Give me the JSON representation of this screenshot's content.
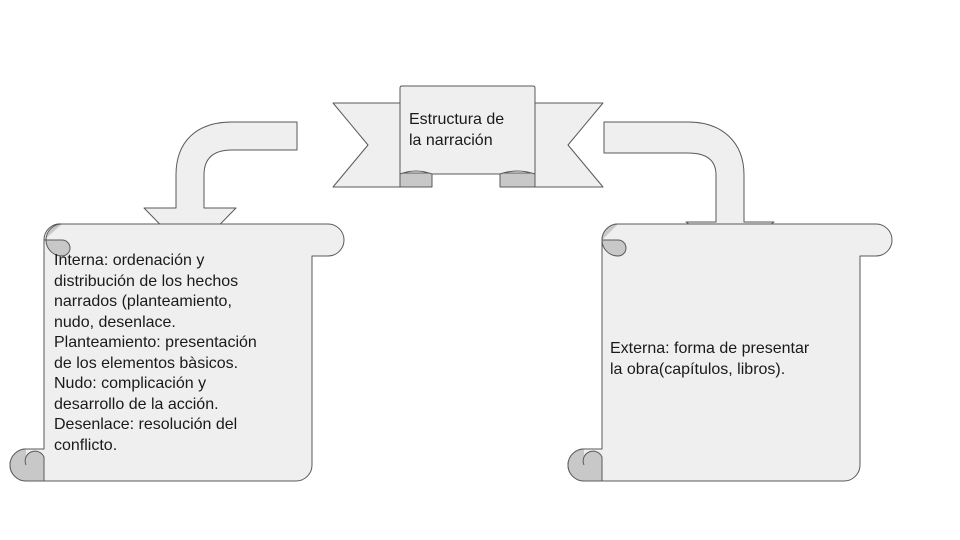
{
  "title": {
    "lines": [
      "Estructura de",
      "la narración"
    ]
  },
  "left_scroll": {
    "lines": [
      "Interna: ordenación y",
      "distribución de los hechos",
      "narrados (planteamiento,",
      "nudo, desenlace.",
      "Planteamiento: presentación",
      "de los elementos bàsicos.",
      "Nudo: complicación y",
      "desarrollo de la acción.",
      "Desenlace: resolución del",
      "conflicto."
    ]
  },
  "right_scroll": {
    "lines": [
      "Externa: forma de presentar",
      "la obra(capítulos, libros)."
    ]
  },
  "colors": {
    "fill": "#efefef",
    "fold_fill": "#c8c8c8",
    "stroke": "#5a5a5a",
    "text": "#1a1a1a"
  }
}
